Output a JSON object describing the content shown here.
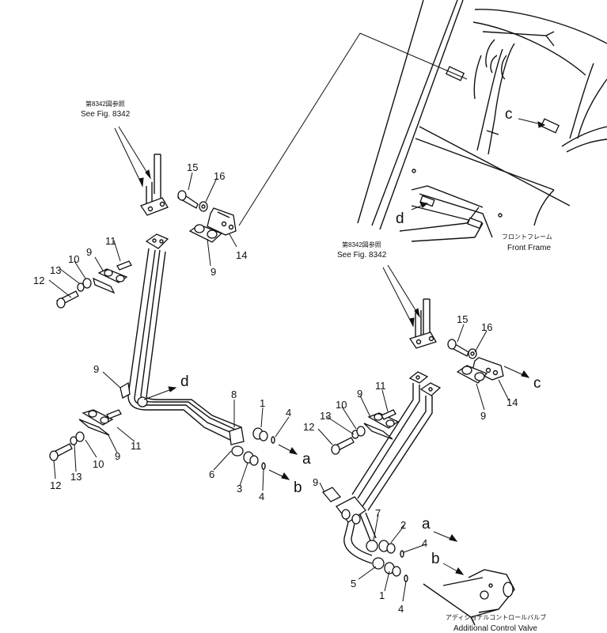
{
  "refs": {
    "fig_jp_left": "第8342図参照",
    "fig_left": "See Fig. 8342",
    "fig_jp_right": "第8342図参照",
    "fig_right": "See Fig. 8342"
  },
  "frame_labels": {
    "jp": "フロントフレーム",
    "en": "Front Frame"
  },
  "valve_labels": {
    "jp": "アディショナルコントロールバルブ",
    "en": "Additional Control Valve"
  },
  "letters": {
    "c_upper": "c",
    "d_upper": "d",
    "d_left": "d",
    "c_right": "c",
    "a_mid": "a",
    "b_mid": "b",
    "a_right": "a",
    "b_right": "b"
  },
  "part_numbers": {
    "p15_l": "15",
    "p16_l": "16",
    "p14_l": "14",
    "p9_l_top": "9",
    "p11_l_top": "11",
    "p9_l_top2": "9",
    "p10_l_top": "10",
    "p13_l_top": "13",
    "p12_l_top": "12",
    "p9_l_mid": "9",
    "p8": "8",
    "p1_mid": "1",
    "p4_mid": "4",
    "p6": "6",
    "p3": "3",
    "p4_mid2": "4",
    "p11_l_bot": "11",
    "p9_l_bot": "9",
    "p10_l_bot": "10",
    "p13_l_bot": "13",
    "p12_l_bot": "12",
    "p15_r": "15",
    "p16_r": "16",
    "p14_r": "14",
    "p9_r_a": "9",
    "p11_r": "11",
    "p9_r_b": "9",
    "p10_r": "10",
    "p13_r": "13",
    "p12_r": "12",
    "p9_r_c": "9",
    "p7": "7",
    "p2": "2",
    "p4_r_a": "4",
    "p5": "5",
    "p1_r": "1",
    "p4_r_b": "4"
  }
}
